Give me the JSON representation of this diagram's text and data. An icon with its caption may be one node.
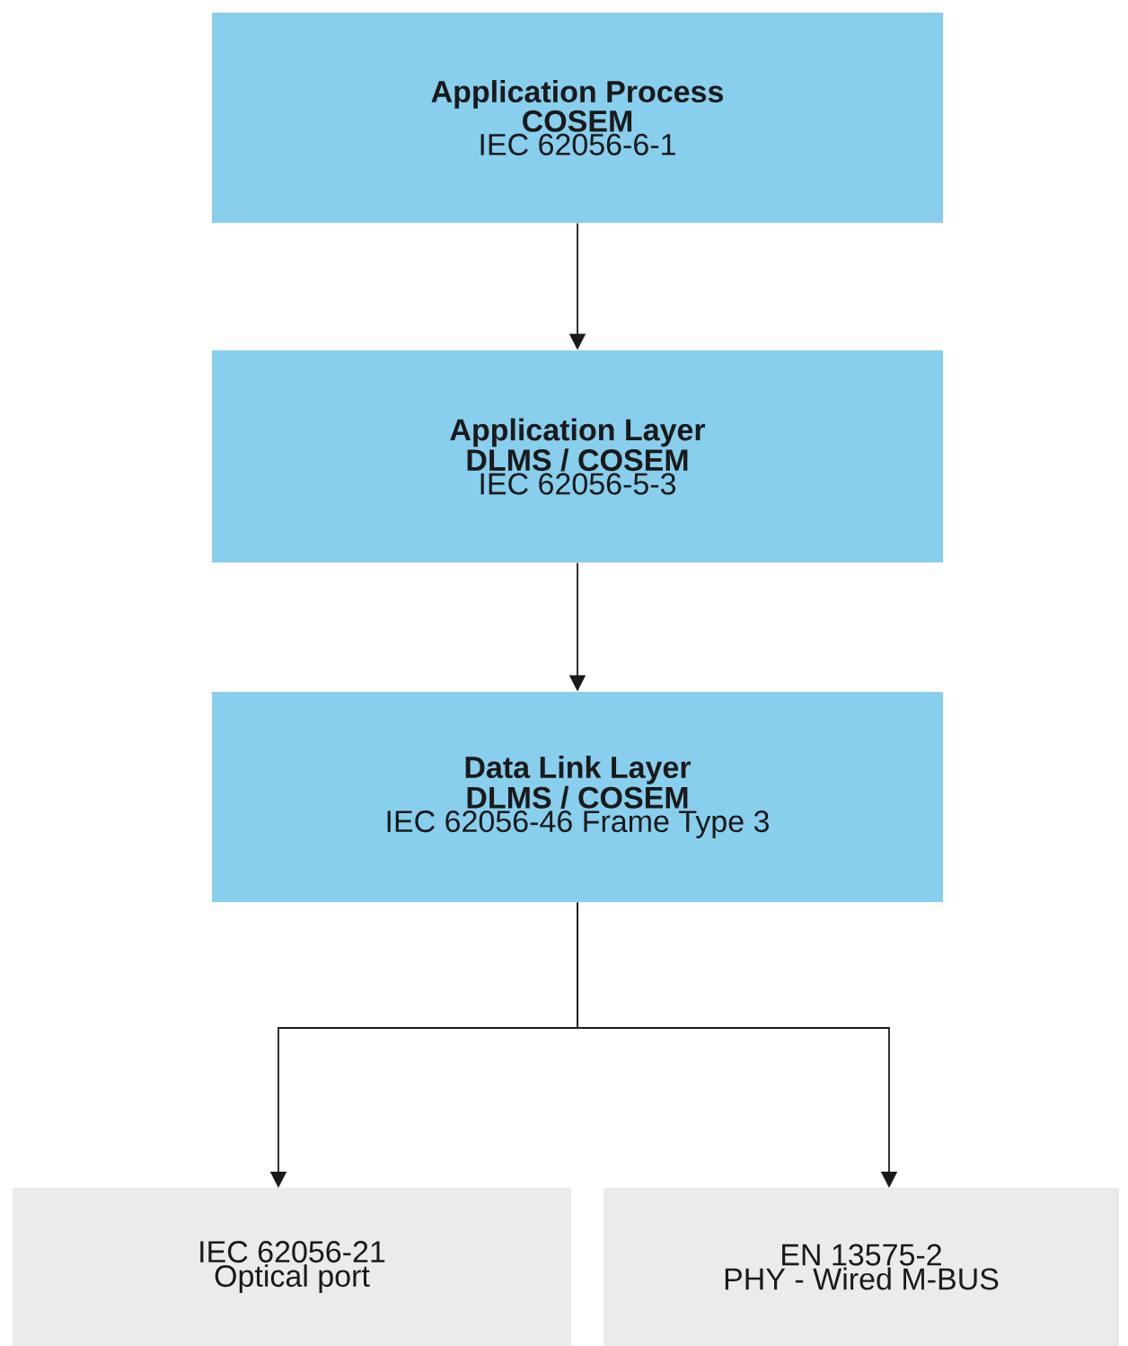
{
  "diagram": {
    "nodes": [
      {
        "text": [
          "Application Process",
          "COSEM",
          "IEC 62056-6-1"
        ]
      },
      {
        "text": [
          "Application Layer",
          "DLMS / COSEM",
          "IEC 62056-5-3"
        ]
      },
      {
        "text": [
          "Data Link Layer",
          "DLMS / COSEM",
          "IEC 62056-46 Frame Type 3"
        ]
      },
      {
        "text": [
          "IEC 62056-21",
          "Optical port"
        ]
      },
      {
        "text": [
          "EN 13575-2",
          "PHY - Wired M-BUS"
        ]
      }
    ],
    "edges": [
      {
        "from": 0,
        "to": 1,
        "arrow": "to"
      },
      {
        "from": 1,
        "to": 2,
        "arrow": "to"
      },
      {
        "from": 2,
        "to": 3,
        "arrow": "to"
      },
      {
        "from": 2,
        "to": 4,
        "arrow": "to"
      }
    ]
  }
}
